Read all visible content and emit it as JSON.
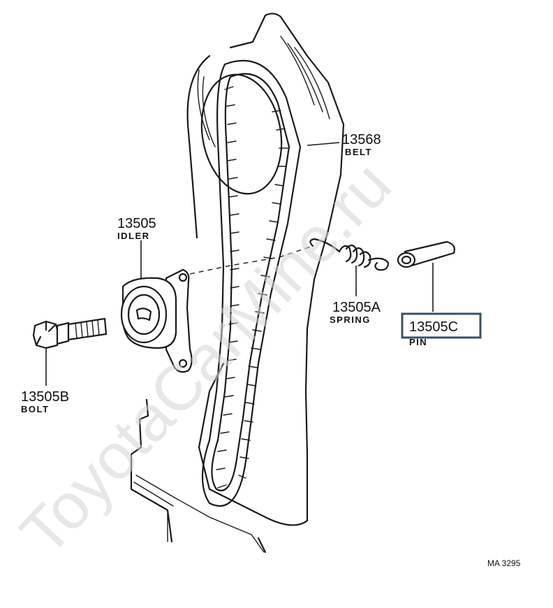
{
  "watermark": "ToyotaCarMine.ru",
  "reference_code": "MA 3295",
  "callouts": {
    "belt": {
      "number": "13568",
      "name": "BELT"
    },
    "idler": {
      "number": "13505",
      "name": "IDLER"
    },
    "spring": {
      "number": "13505A",
      "name": "SPRING"
    },
    "pin": {
      "number": "13505C",
      "name": "PIN",
      "highlighted": true
    },
    "bolt": {
      "number": "13505B",
      "name": "BOLT"
    }
  },
  "colors": {
    "line_art": "#1a1a1a",
    "highlight_box": "#3d4f5c",
    "watermark": "#d4d4d4"
  }
}
